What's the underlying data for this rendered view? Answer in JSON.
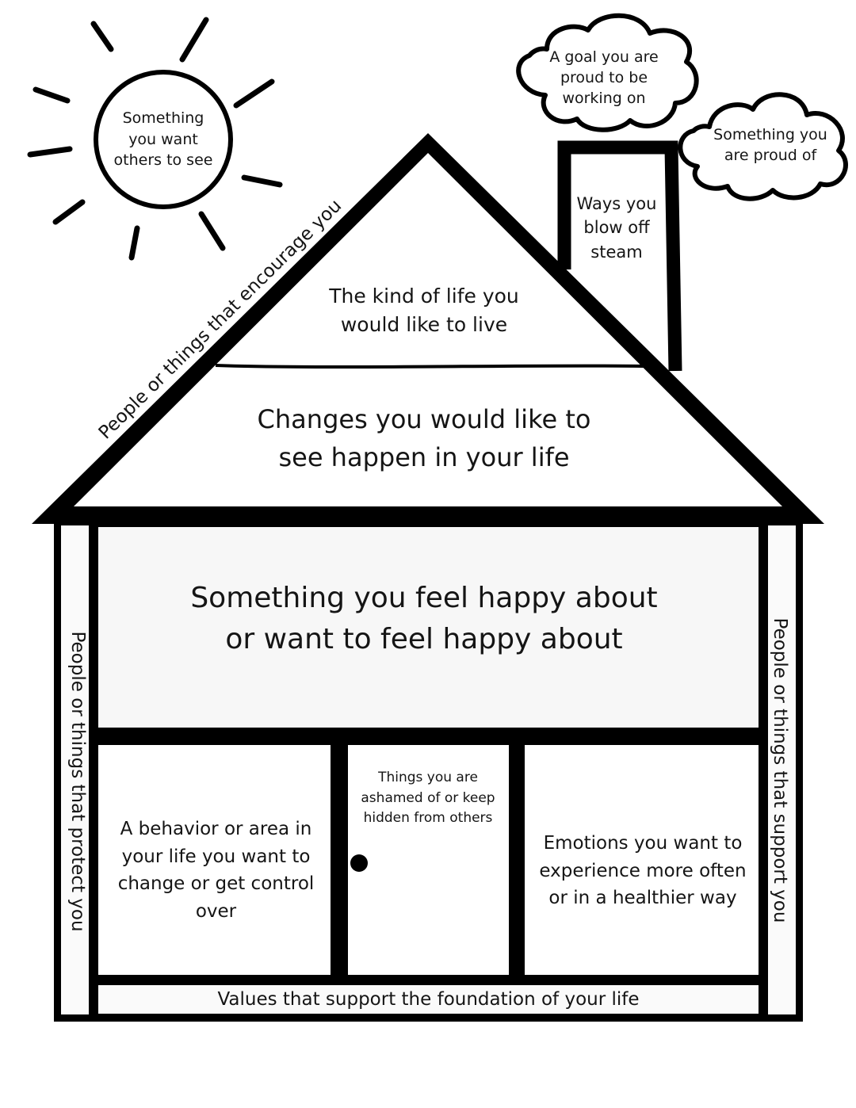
{
  "worksheet": {
    "sun": {
      "lines": [
        "Something",
        "you want",
        "others to see"
      ]
    },
    "cloud_goal": {
      "lines": [
        "A goal you are",
        "proud to be",
        "working on"
      ]
    },
    "cloud_proud": {
      "lines": [
        "Something you",
        "are proud of"
      ]
    },
    "chimney": {
      "lines": [
        "Ways you",
        "blow off",
        "steam"
      ]
    },
    "roof_slope_left": "People or things that encourage you",
    "roof_top": {
      "lines": [
        "The kind of life you",
        "would like to live"
      ]
    },
    "roof_bottom": {
      "lines": [
        "Changes you would like to",
        "see happen in your life"
      ]
    },
    "main_room": {
      "lines": [
        "Something you feel happy about",
        "or want to feel happy about"
      ]
    },
    "left_room": {
      "lines": [
        "A behavior or area in",
        "your life you want to",
        "change or get control",
        "over"
      ]
    },
    "door": {
      "lines": [
        "Things you are",
        "ashamed of or keep",
        "hidden from others"
      ]
    },
    "right_room": {
      "lines": [
        "Emotions you want to",
        "experience more often",
        "or in a healthier way"
      ]
    },
    "foundation": "Values that support the foundation of your life",
    "left_pillar": "People or things that protect you",
    "right_pillar": "People or things that support you"
  },
  "colors": {
    "line": "#000000",
    "room_fill": "#f7f7f7",
    "background": "#ffffff"
  }
}
